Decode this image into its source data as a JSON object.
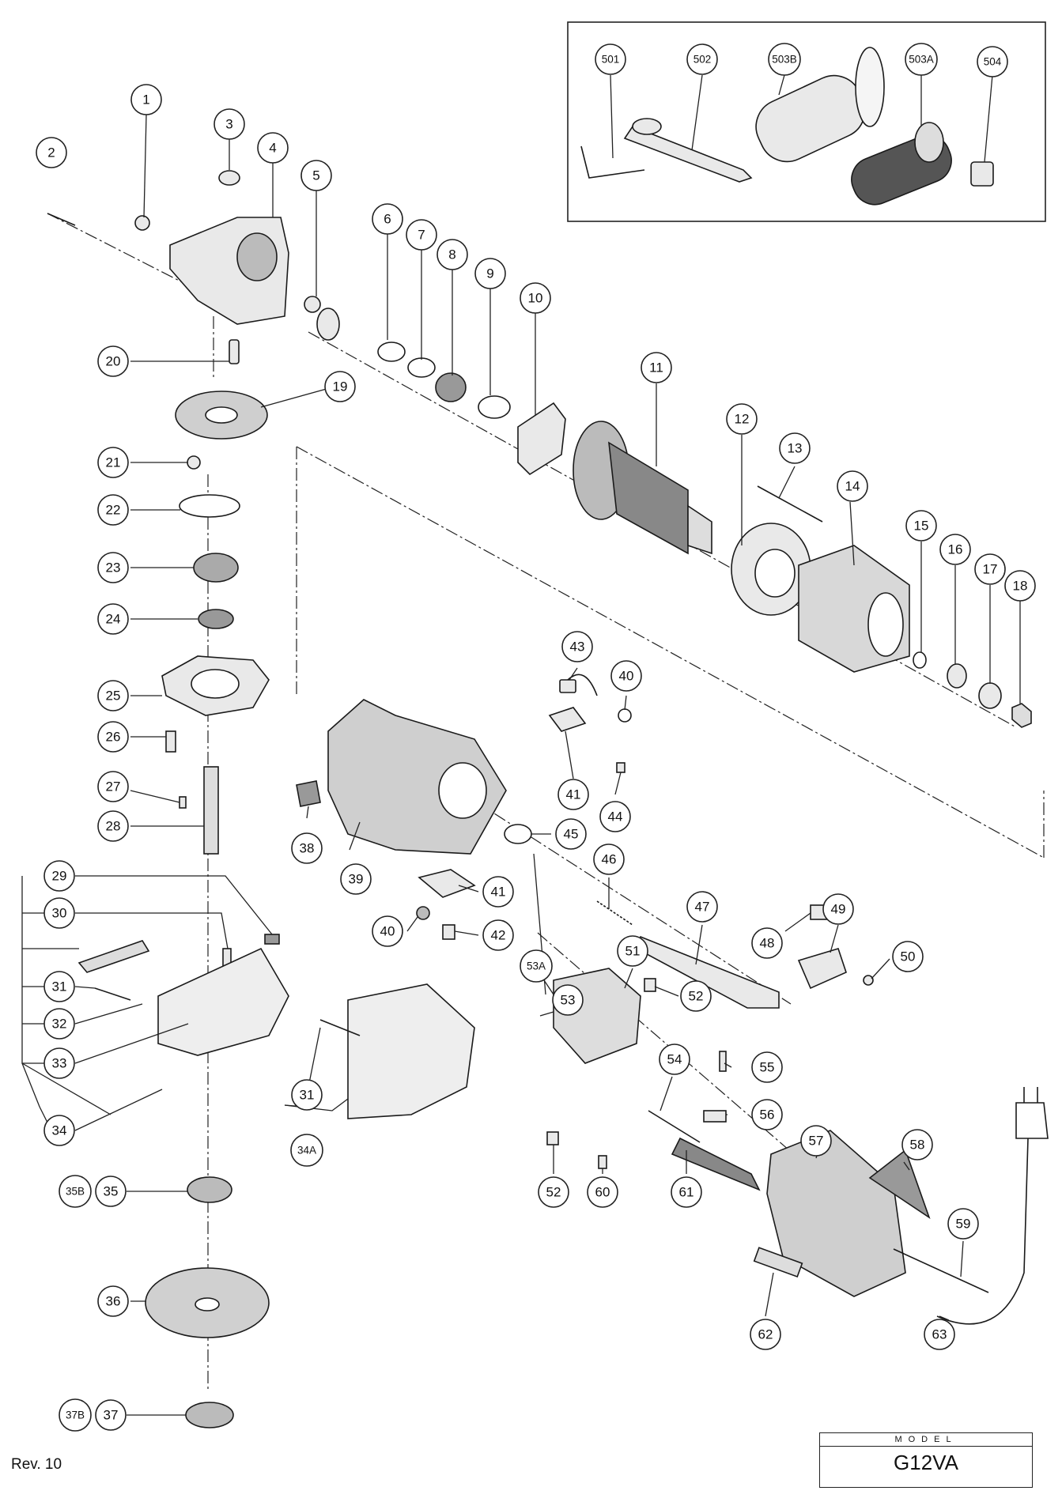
{
  "accessories": [
    "501",
    "502",
    "503B",
    "503A",
    "504"
  ],
  "callouts": [
    "1",
    "2",
    "3",
    "4",
    "5",
    "6",
    "7",
    "8",
    "9",
    "10",
    "11",
    "12",
    "13",
    "14",
    "15",
    "16",
    "17",
    "18",
    "19",
    "20",
    "21",
    "22",
    "23",
    "24",
    "25",
    "26",
    "27",
    "28",
    "29",
    "30",
    "31",
    "31",
    "32",
    "33",
    "34",
    "34A",
    "35B",
    "35",
    "36",
    "37B",
    "37",
    "38",
    "39",
    "40",
    "40",
    "41",
    "41",
    "42",
    "43",
    "44",
    "45",
    "46",
    "47",
    "48",
    "49",
    "50",
    "51",
    "52",
    "52",
    "53A",
    "53",
    "54",
    "55",
    "56",
    "57",
    "58",
    "59",
    "60",
    "61",
    "62",
    "63"
  ],
  "revision": "Rev. 10",
  "model": {
    "caption": "MODEL",
    "value": "G12VA"
  }
}
